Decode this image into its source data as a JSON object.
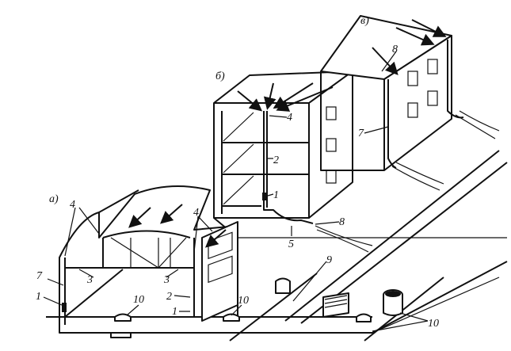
{
  "labels": {
    "a": "а)",
    "b": "б)",
    "v": "в)",
    "n1_a": "1",
    "n7_a": "7",
    "n4_a1": "4",
    "n4_a2": "4",
    "n3_a1": "3",
    "n3_a2": "3",
    "n2_a": "2",
    "n1_a2": "1",
    "n10_1": "10",
    "n10_2": "10",
    "n10_3": "10",
    "n4_b": "4",
    "n2_b": "2",
    "n1_b": "1",
    "n5_b": "5",
    "n8_b": "8",
    "n9": "9",
    "n8_v": "8",
    "n7_v": "7"
  }
}
